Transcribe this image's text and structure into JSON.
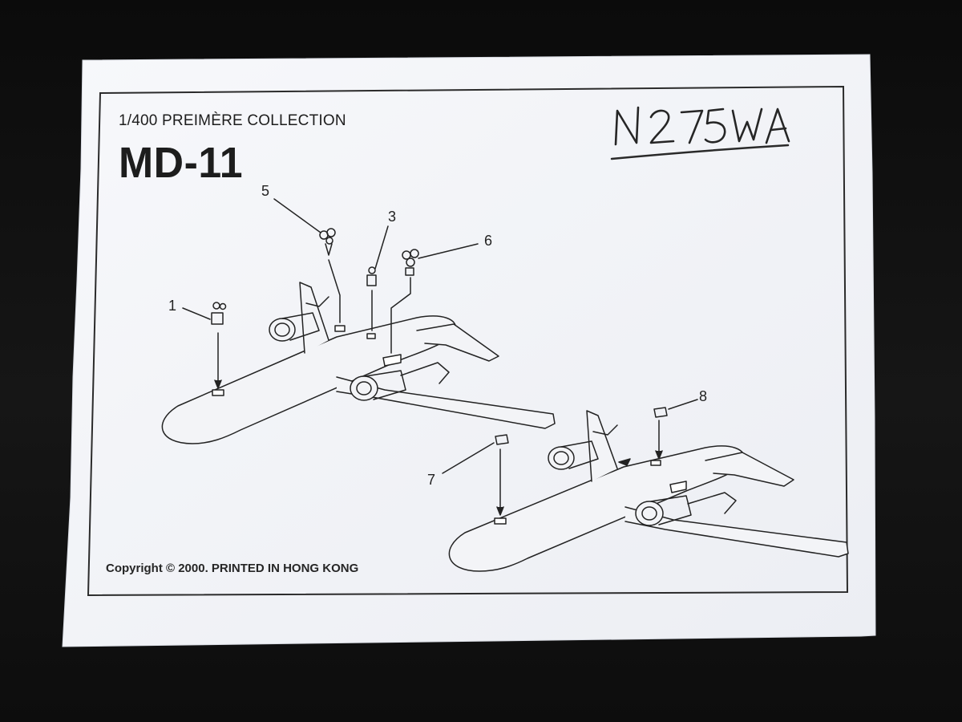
{
  "sheet": {
    "series": "1/400 PREIMÈRE COLLECTION",
    "model": "MD-11",
    "copyright": "Copyright © 2000. PRINTED IN HONG KONG",
    "handwritten_registration": "N275WA"
  },
  "callouts": [
    "1",
    "3",
    "5",
    "6",
    "7",
    "8"
  ]
}
